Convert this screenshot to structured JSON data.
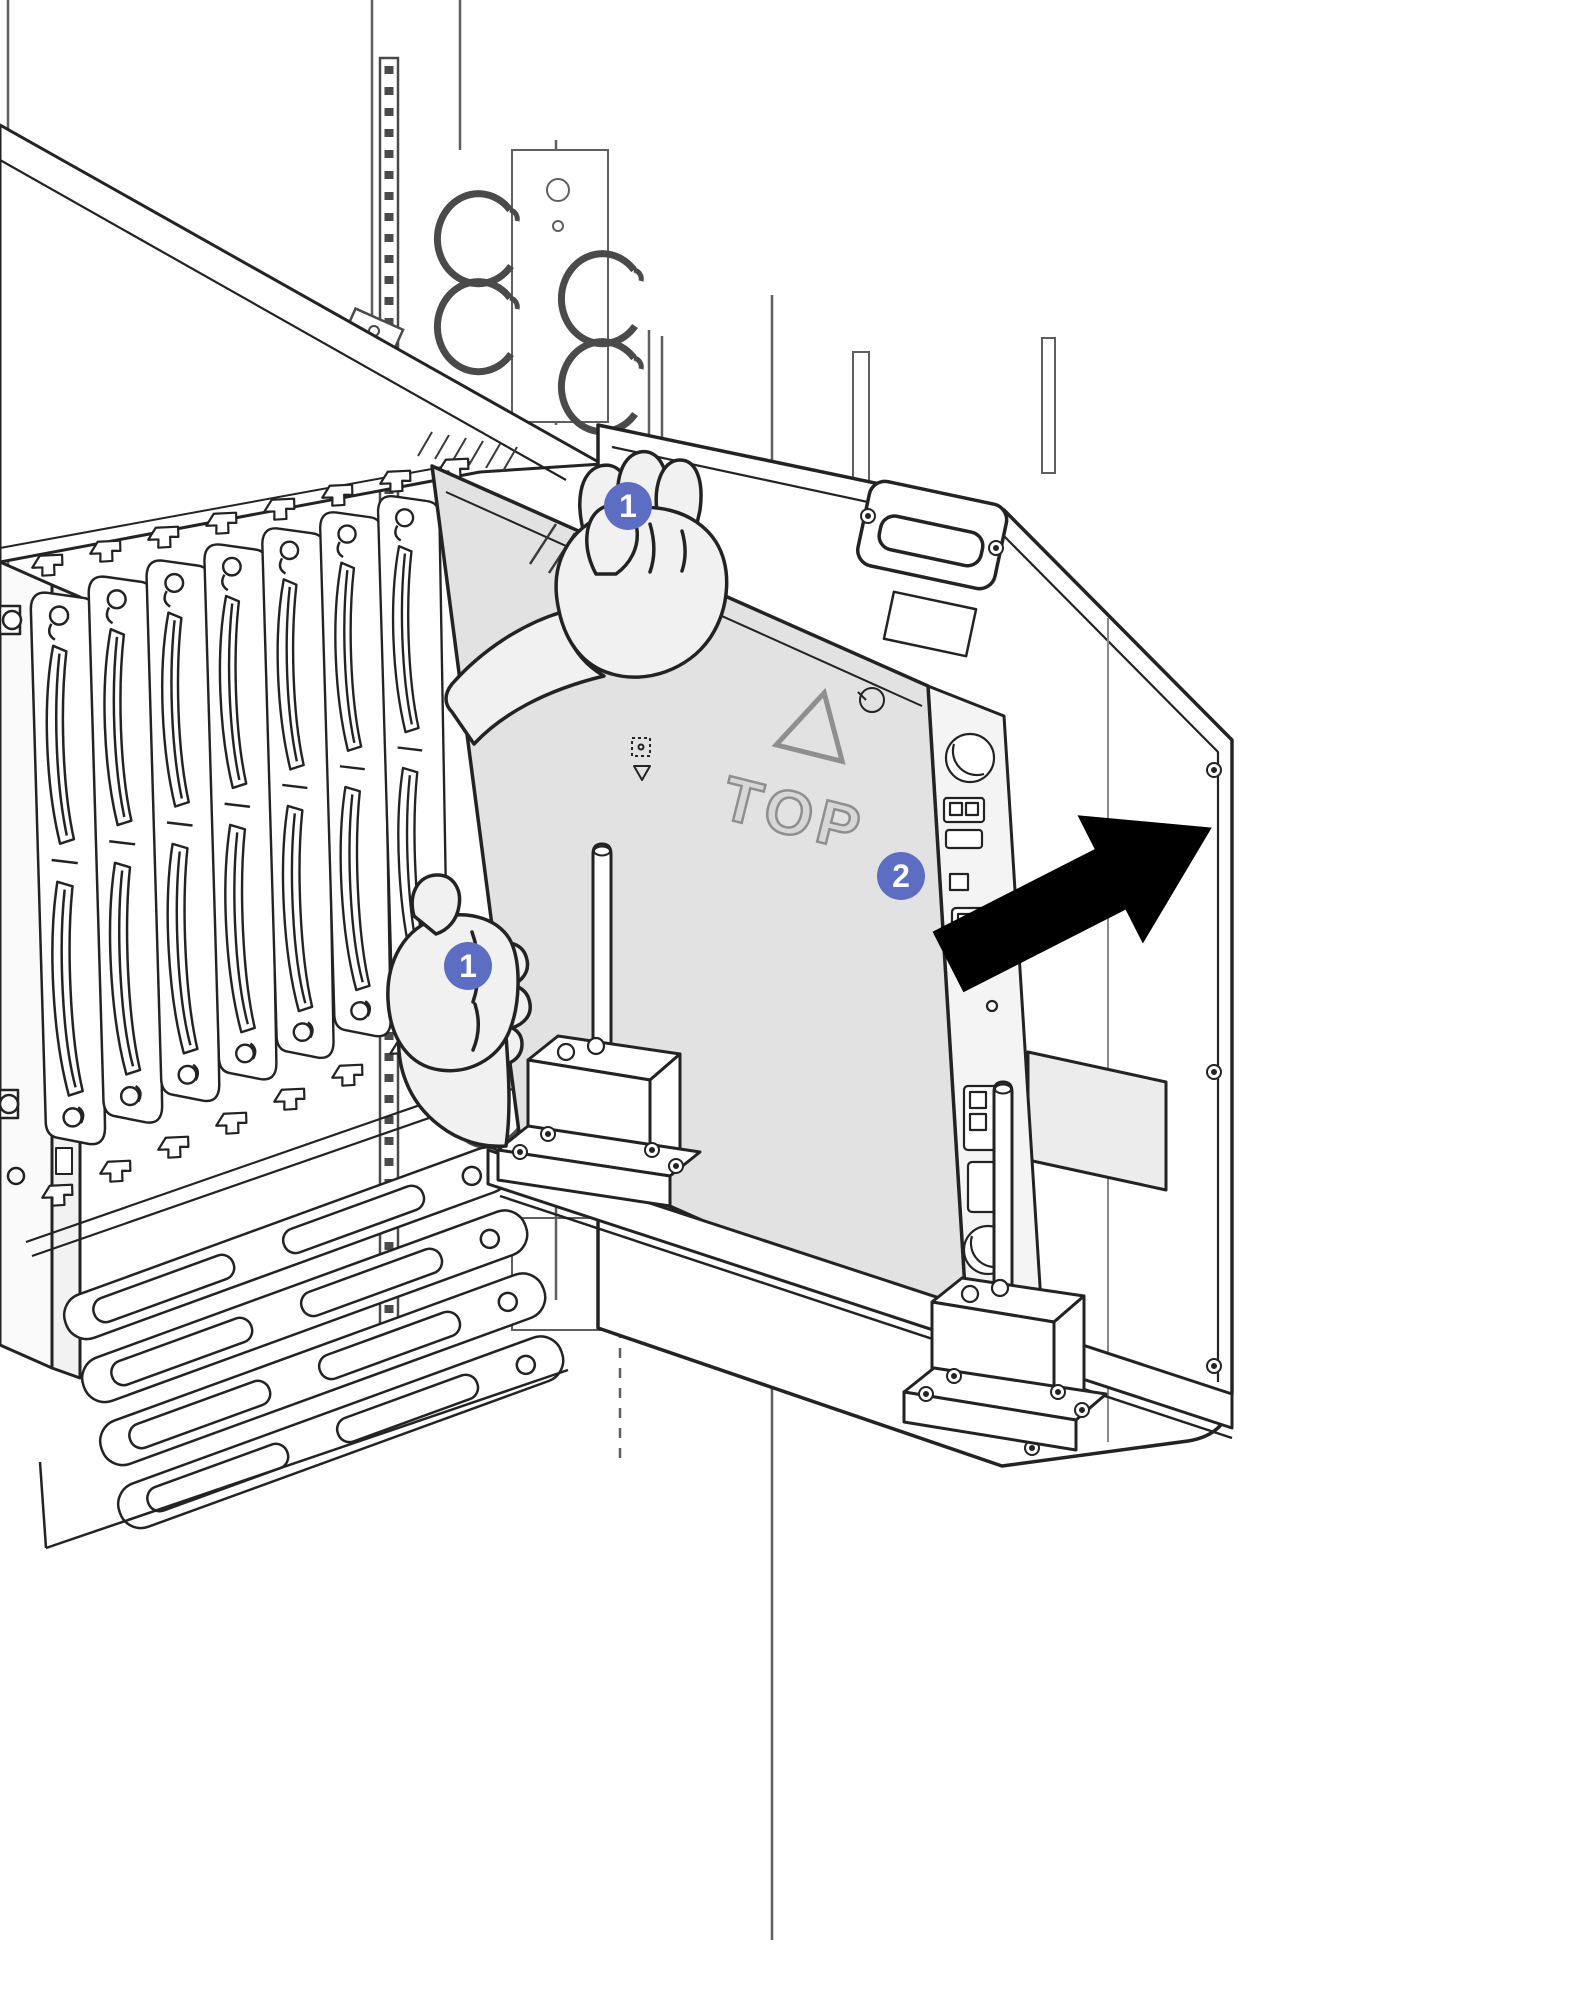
{
  "figure": {
    "top_marking": "TOP",
    "callouts": {
      "step1a": "1",
      "step1b": "1",
      "step2": "2"
    },
    "colors": {
      "callout": "#5d6dc2",
      "arrow": "#000000",
      "line": "#232323",
      "top_marking": "#8f8f8f"
    }
  }
}
